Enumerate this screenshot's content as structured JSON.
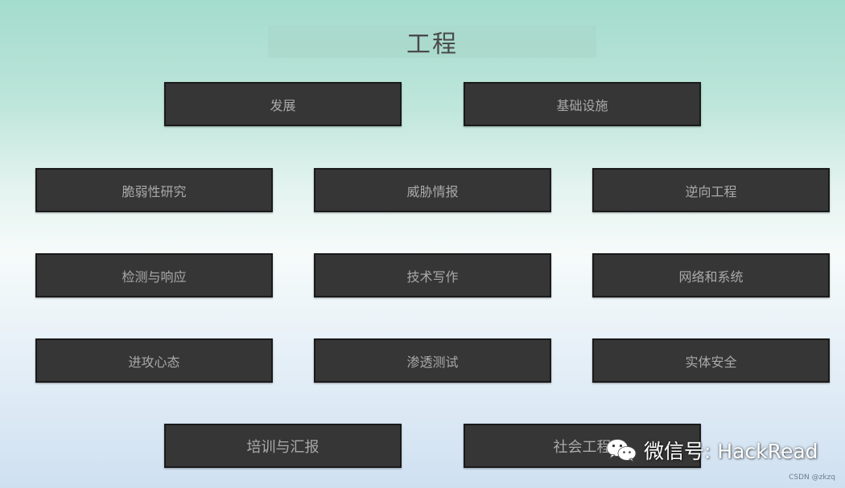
{
  "title": "工程",
  "rows": [
    [
      "发展",
      "基础设施"
    ],
    [
      "脆弱性研究",
      "威胁情报",
      "逆向工程"
    ],
    [
      "检测与响应",
      "技术写作",
      "网络和系统"
    ],
    [
      "进攻心态",
      "渗透测试",
      "实体安全"
    ],
    [
      "培训与汇报",
      "社会工程"
    ]
  ],
  "watermark": {
    "icon": "wechat-icon",
    "text": "微信号: HackRead"
  },
  "credit": "CSDN @zkzq",
  "colors": {
    "box": "#363636",
    "box_text": "#a9a9a9",
    "title_bar": "#aad8cb"
  }
}
